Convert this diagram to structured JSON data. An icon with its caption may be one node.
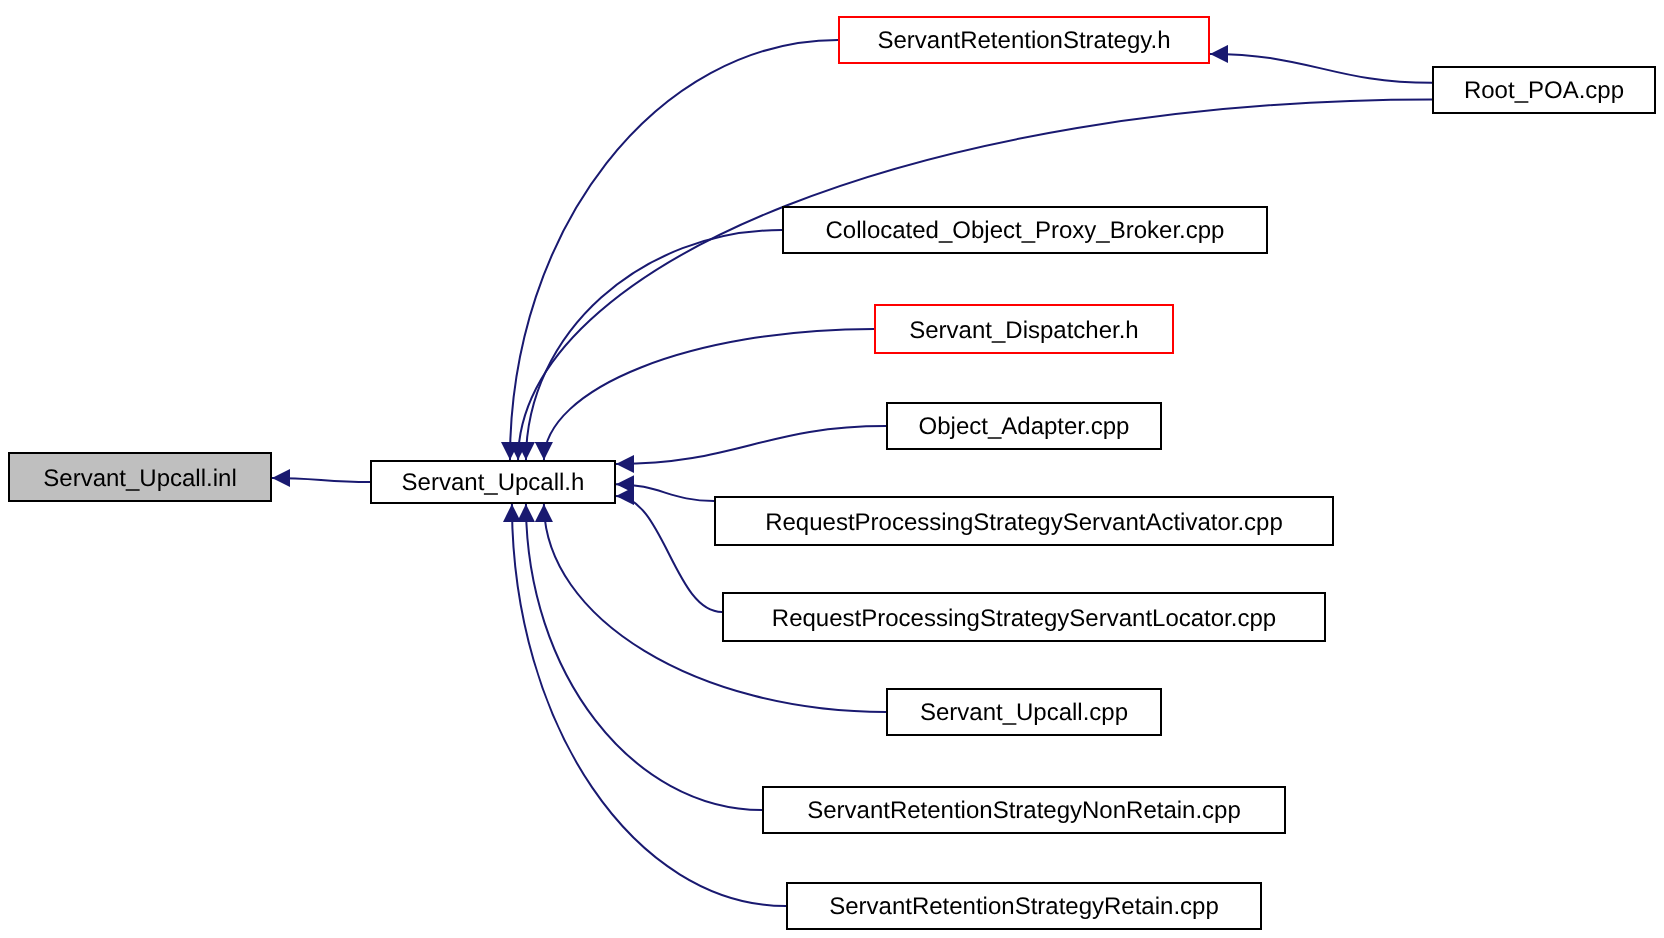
{
  "diagram": {
    "nodes": [
      {
        "text": [
          "Servant_Upcall.inl"
        ]
      },
      {
        "text": [
          "Servant_Upcall.h"
        ]
      },
      {
        "text": [
          "ServantRetentionStrategy.h"
        ]
      },
      {
        "text": [
          "Root_POA.cpp"
        ]
      },
      {
        "text": [
          "Collocated_Object_Proxy_Broker.cpp"
        ]
      },
      {
        "text": [
          "Servant_Dispatcher.h"
        ]
      },
      {
        "text": [
          "Object_Adapter.cpp"
        ]
      },
      {
        "text": [
          "RequestProcessingStrategyServantActivator.cpp"
        ]
      },
      {
        "text": [
          "RequestProcessingStrategyServantLocator.cpp"
        ]
      },
      {
        "text": [
          "Servant_Upcall.cpp"
        ]
      },
      {
        "text": [
          "ServantRetentionStrategyNonRetain.cpp"
        ]
      },
      {
        "text": [
          "ServantRetentionStrategyRetain.cpp"
        ]
      }
    ],
    "edges": [
      {
        "from": 1,
        "to": 0,
        "arrow": "to"
      },
      {
        "from": 2,
        "to": 1,
        "arrow": "to"
      },
      {
        "from": 3,
        "to": 1,
        "arrow": "to"
      },
      {
        "from": 3,
        "to": 2,
        "arrow": "to"
      },
      {
        "from": 4,
        "to": 1,
        "arrow": "to"
      },
      {
        "from": 5,
        "to": 1,
        "arrow": "to"
      },
      {
        "from": 6,
        "to": 1,
        "arrow": "to"
      },
      {
        "from": 7,
        "to": 1,
        "arrow": "to"
      },
      {
        "from": 8,
        "to": 1,
        "arrow": "to"
      },
      {
        "from": 9,
        "to": 1,
        "arrow": "to"
      },
      {
        "from": 10,
        "to": 1,
        "arrow": "to"
      },
      {
        "from": 11,
        "to": 1,
        "arrow": "to"
      }
    ]
  }
}
